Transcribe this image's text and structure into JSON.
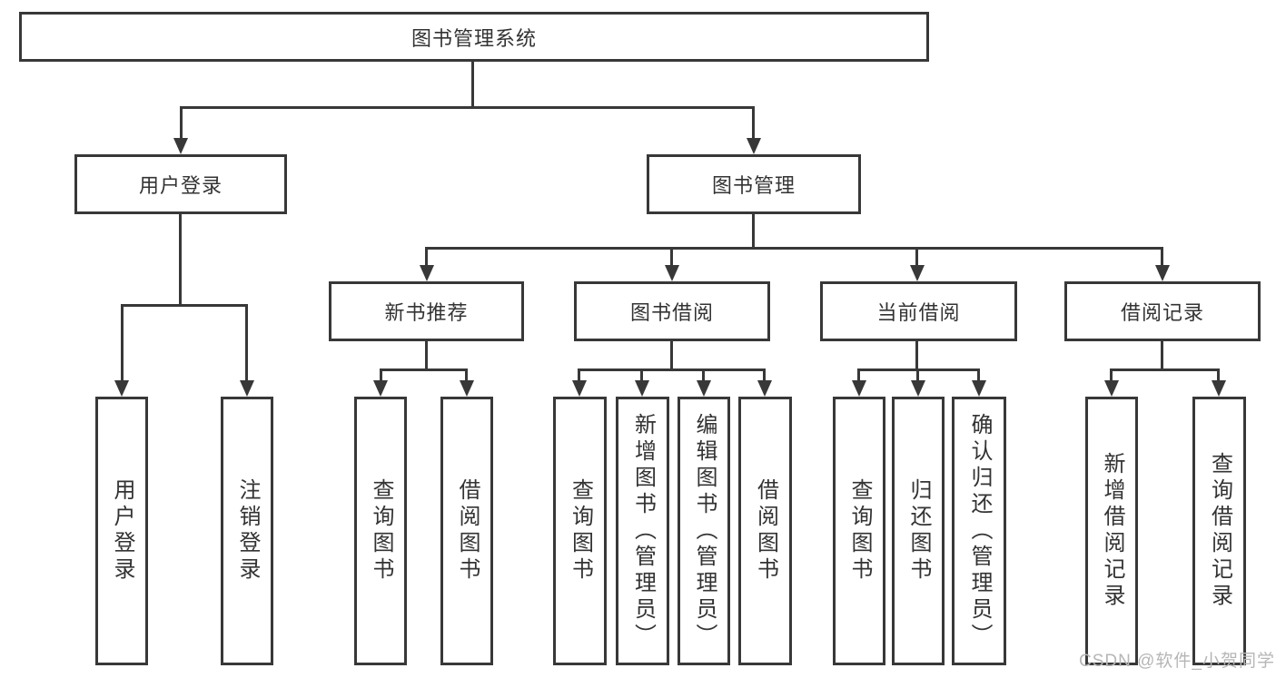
{
  "diagram": {
    "root": "图书管理系统",
    "l2": [
      "用户登录",
      "图书管理"
    ],
    "l3": [
      "新书推荐",
      "图书借阅",
      "当前借阅",
      "借阅记录"
    ],
    "leaves": [
      "用户登录",
      "注销登录",
      "查询图书",
      "借阅图书",
      "查询图书",
      "新增图书（管理员）",
      "编辑图书（管理员）",
      "借阅图书",
      "查询图书",
      "归还图书",
      "确认归还（管理员）",
      "新增借阅记录",
      "查询借阅记录"
    ]
  },
  "colors": {
    "line": "#383838",
    "text": "#333333",
    "background": "#ffffff",
    "watermark": "#b6b6b6"
  },
  "watermark": "CSDN @软件_小贺同学"
}
